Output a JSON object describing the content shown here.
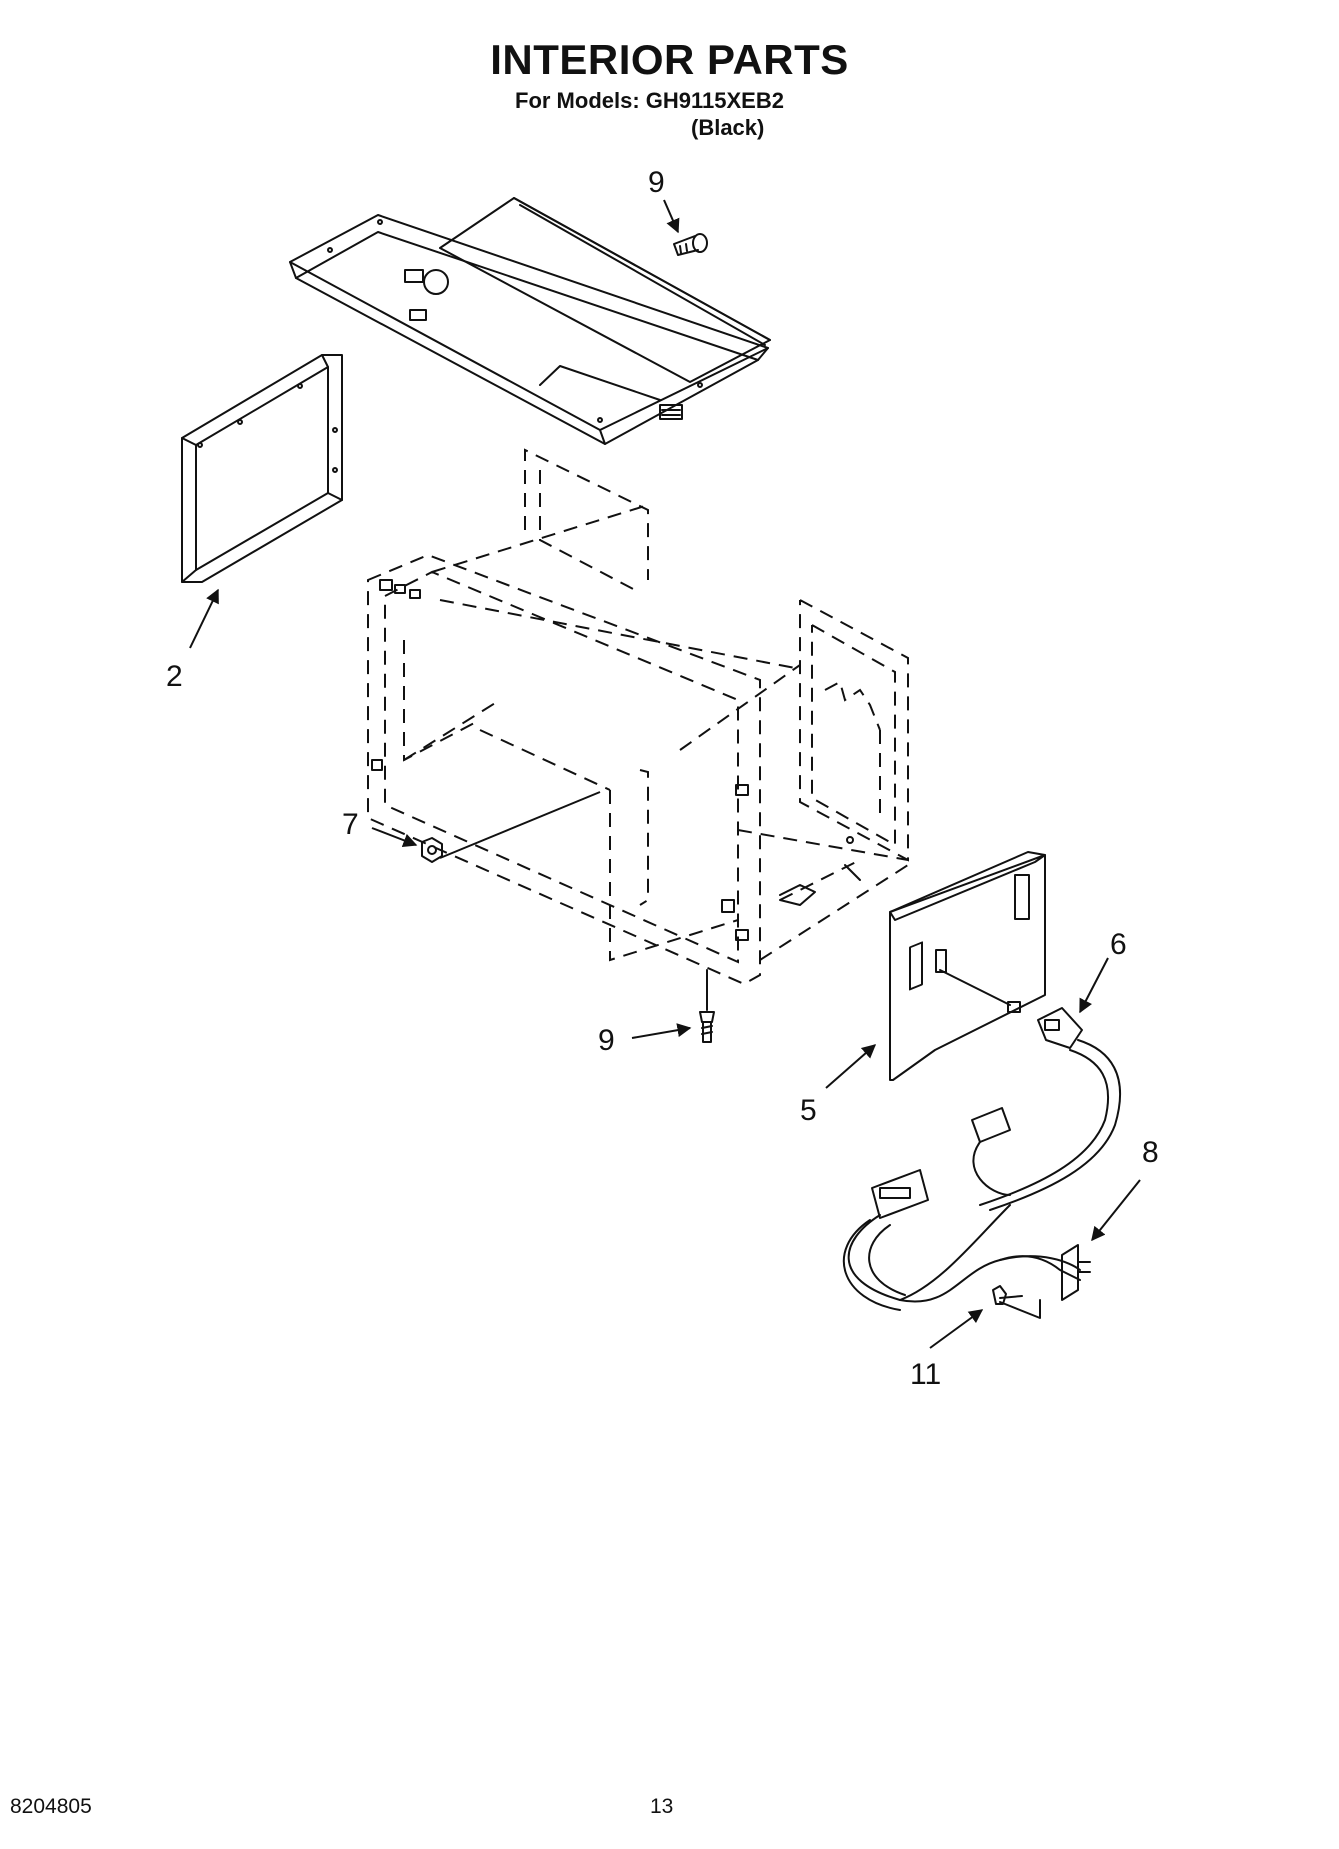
{
  "header": {
    "title": "INTERIOR PARTS",
    "models_line": "For Models: GH9115XEB2",
    "color_line": "(Black)"
  },
  "callouts": {
    "c2": "2",
    "c5": "5",
    "c6": "6",
    "c7": "7",
    "c8": "8",
    "c9_top": "9",
    "c9_bottom": "9",
    "c11": "11"
  },
  "footer": {
    "document_number": "8204805",
    "page_number": "13"
  }
}
